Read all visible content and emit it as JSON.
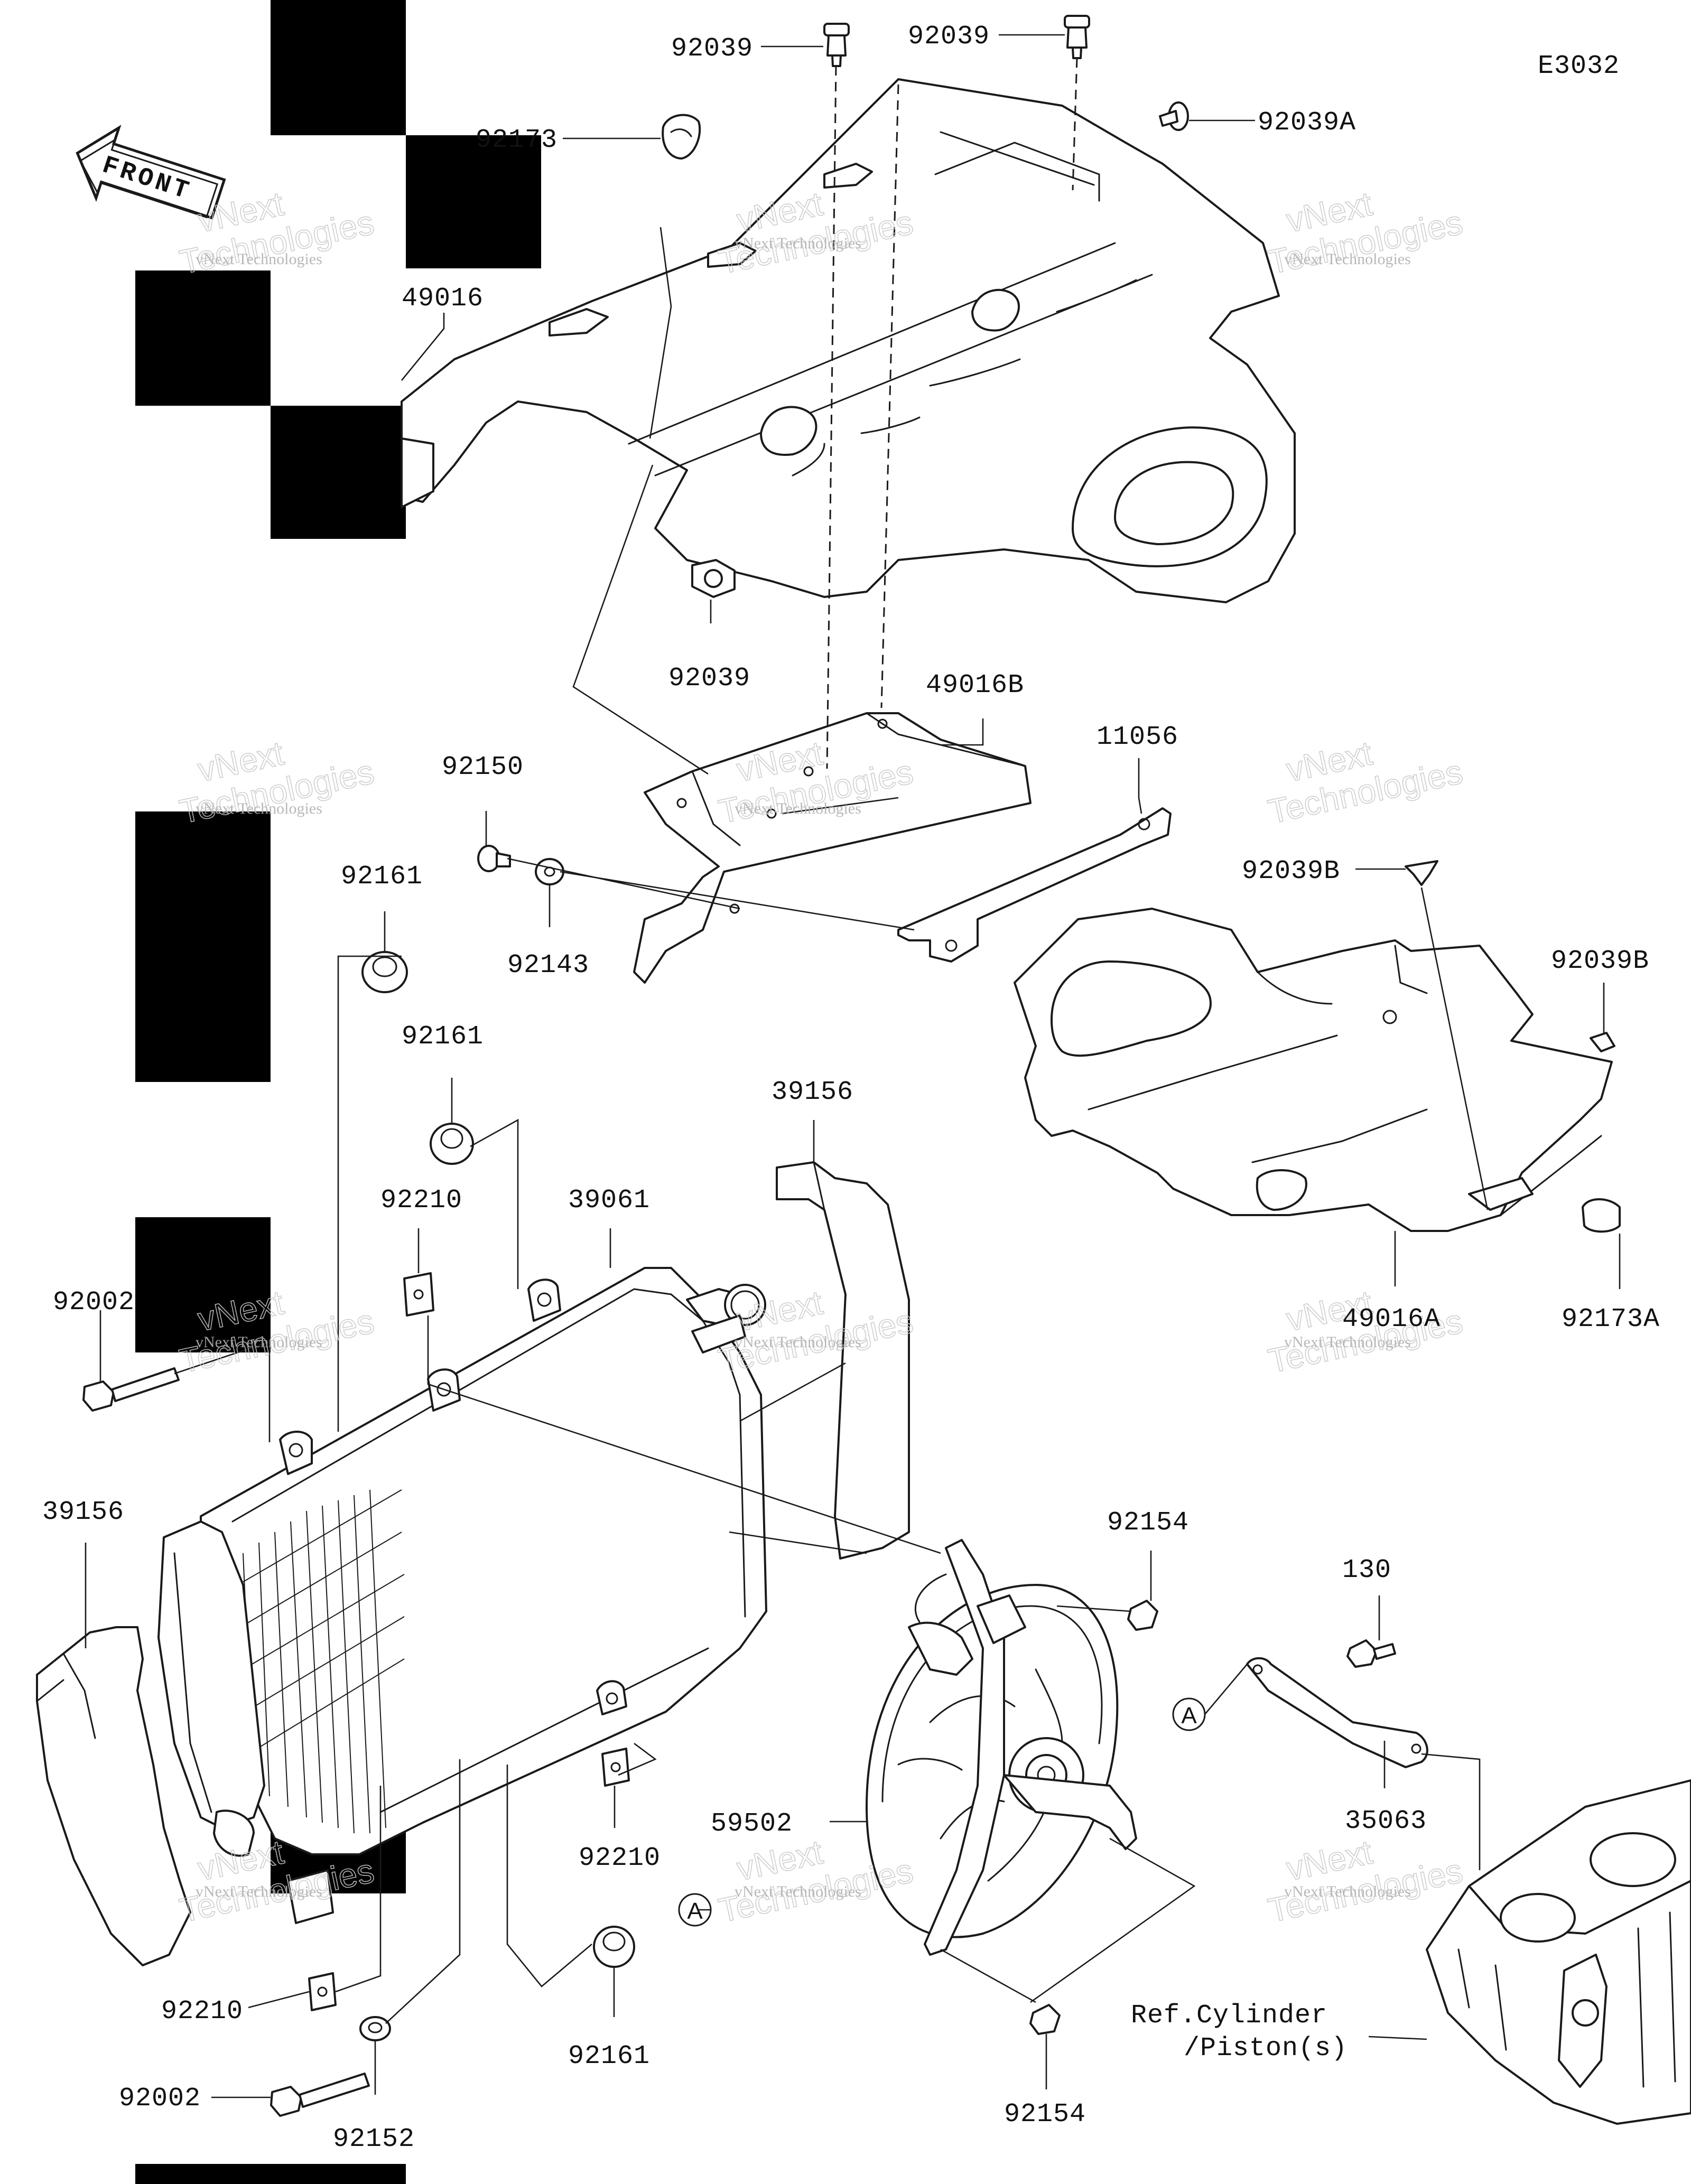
{
  "diagram_code": "E3032",
  "front_arrow_label": "FRONT",
  "reference_label": {
    "line1": "Ref.Cylinder",
    "line2": "/Piston(s)"
  },
  "detail_marker": "A",
  "watermark": {
    "line1": "vNext",
    "line2": "Technologies",
    "caption": "vNext Technologies"
  },
  "callouts": [
    {
      "id": "92039-top-left",
      "text": "92039"
    },
    {
      "id": "92039-top-right",
      "text": "92039"
    },
    {
      "id": "92039A",
      "text": "92039A"
    },
    {
      "id": "92173",
      "text": "92173"
    },
    {
      "id": "49016",
      "text": "49016"
    },
    {
      "id": "92039-lower",
      "text": "92039"
    },
    {
      "id": "49016B",
      "text": "49016B"
    },
    {
      "id": "11056",
      "text": "11056"
    },
    {
      "id": "92150",
      "text": "92150"
    },
    {
      "id": "92143",
      "text": "92143"
    },
    {
      "id": "92039B-top",
      "text": "92039B"
    },
    {
      "id": "92039B-right",
      "text": "92039B"
    },
    {
      "id": "92161-top",
      "text": "92161"
    },
    {
      "id": "92161-mid",
      "text": "92161"
    },
    {
      "id": "39156-center",
      "text": "39156"
    },
    {
      "id": "92210-top",
      "text": "92210"
    },
    {
      "id": "39061",
      "text": "39061"
    },
    {
      "id": "49016A",
      "text": "49016A"
    },
    {
      "id": "92173A",
      "text": "92173A"
    },
    {
      "id": "92002-top",
      "text": "92002"
    },
    {
      "id": "39156-left",
      "text": "39156"
    },
    {
      "id": "92154-top",
      "text": "92154"
    },
    {
      "id": "130",
      "text": "130"
    },
    {
      "id": "35063",
      "text": "35063"
    },
    {
      "id": "59502",
      "text": "59502"
    },
    {
      "id": "92210-mid",
      "text": "92210"
    },
    {
      "id": "92210-bottom",
      "text": "92210"
    },
    {
      "id": "92161-bottom",
      "text": "92161"
    },
    {
      "id": "92002-bottom",
      "text": "92002"
    },
    {
      "id": "92152",
      "text": "92152"
    },
    {
      "id": "92154-bottom",
      "text": "92154"
    }
  ]
}
